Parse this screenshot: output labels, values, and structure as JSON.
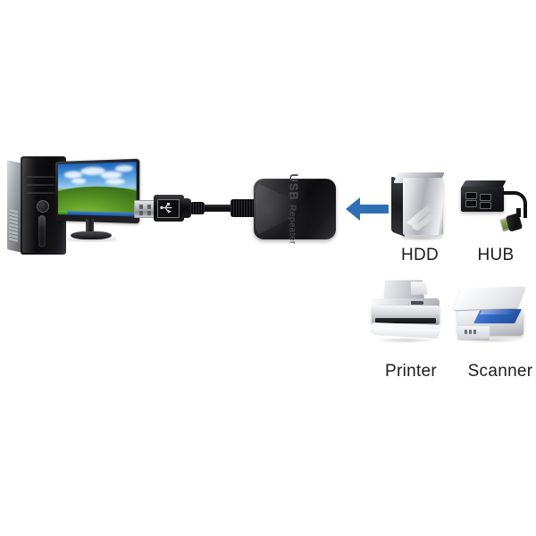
{
  "diagram": {
    "title": "USB Repeater Extension Connection Diagram",
    "background_color": "#ffffff",
    "source": {
      "name": "host-computer",
      "parts": [
        "pc-tower",
        "lcd-monitor"
      ],
      "screen_wallpaper": "windows-xp-bliss"
    },
    "cable": {
      "connector_label": "usb-a-connector",
      "connector_icon": "usb-trident-icon",
      "device_label_line1": "USB",
      "device_label_line2": "Repeater",
      "device_body_color": "#121214",
      "ferrite_count": 2
    },
    "arrow": {
      "name": "connection-arrow",
      "direction": "left",
      "color": "#2f6fb5"
    },
    "devices": [
      {
        "id": "hdd",
        "label": "HDD",
        "icon": "external-hard-drive-icon"
      },
      {
        "id": "hub",
        "label": "HUB",
        "icon": "usb-hub-icon"
      },
      {
        "id": "printer",
        "label": "Printer",
        "icon": "inkjet-printer-icon"
      },
      {
        "id": "scanner",
        "label": "Scanner",
        "icon": "flatbed-scanner-icon"
      }
    ],
    "label_color": "#1c1c1c"
  }
}
